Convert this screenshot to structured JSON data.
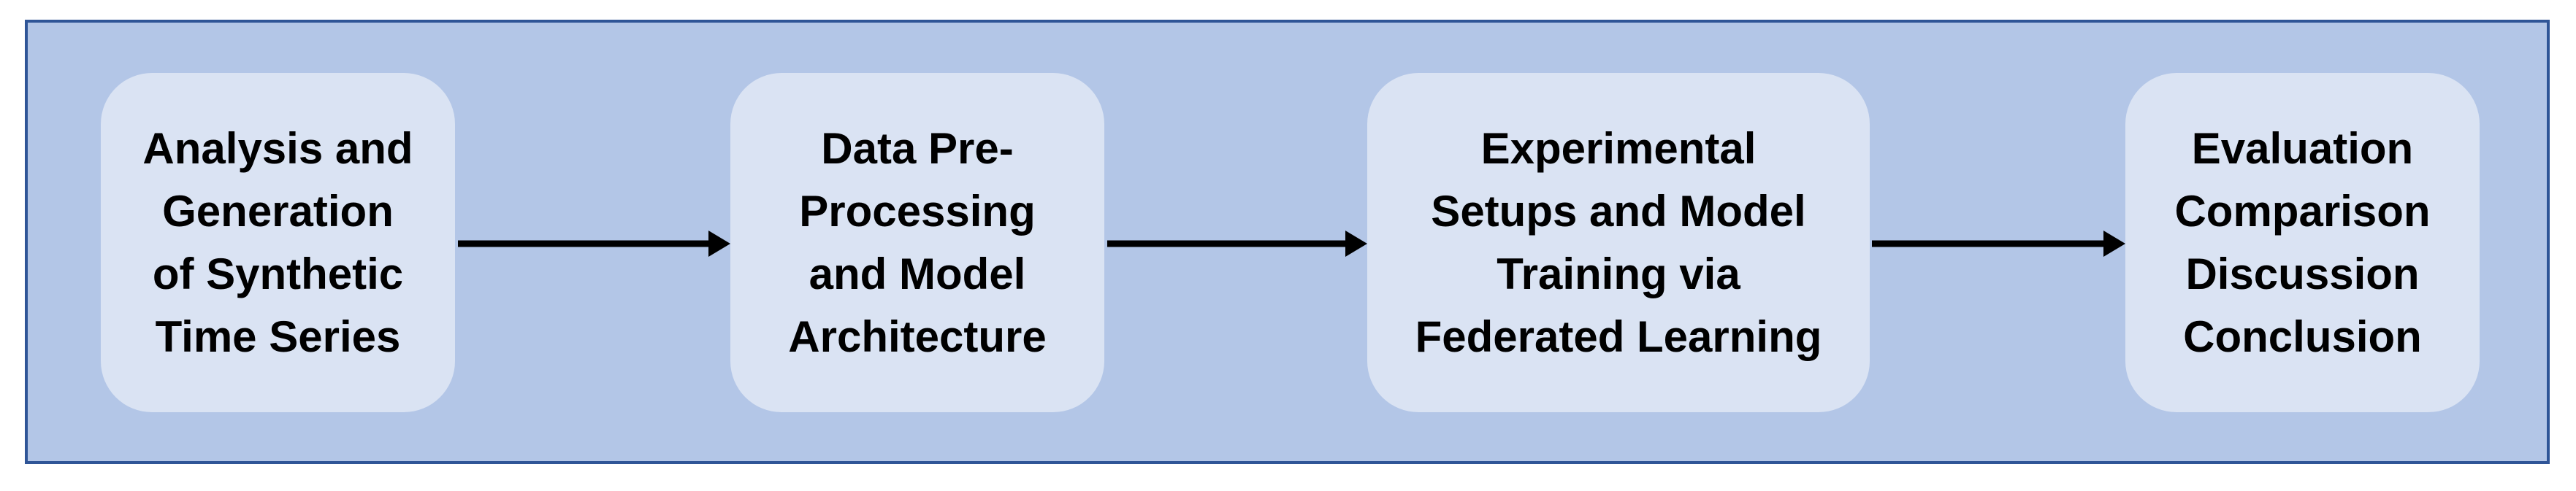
{
  "colors": {
    "frame_fill": "#b3c6e7",
    "frame_border": "#2f5597",
    "box_fill": "#dae3f3",
    "arrow": "#000000"
  },
  "steps": [
    {
      "lines": [
        "Analysis and",
        "Generation",
        "of Synthetic",
        "Time Series"
      ]
    },
    {
      "lines": [
        "Data Pre-",
        "Processing",
        "and Model",
        "Architecture"
      ]
    },
    {
      "lines": [
        "Experimental",
        "Setups and Model",
        "Training via",
        "Federated Learning"
      ]
    },
    {
      "lines": [
        "Evaluation",
        "Comparison",
        "Discussion",
        "Conclusion"
      ]
    }
  ]
}
